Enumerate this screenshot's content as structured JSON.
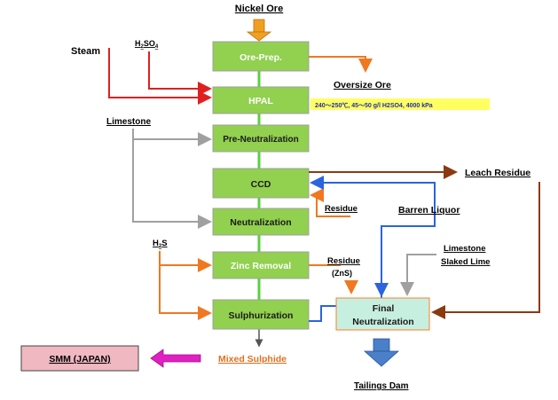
{
  "source": {
    "label": "Nickel Ore"
  },
  "steps": [
    {
      "id": "ore_prep",
      "label": "Ore-Prep."
    },
    {
      "id": "hpal",
      "label": "HPAL"
    },
    {
      "id": "pre_neutralization",
      "label": "Pre-Neutralization"
    },
    {
      "id": "ccd",
      "label": "CCD"
    },
    {
      "id": "neutralization",
      "label": "Neutralization"
    },
    {
      "id": "zinc_removal",
      "label": "Zinc Removal"
    },
    {
      "id": "sulphurization",
      "label": "Sulphurization"
    }
  ],
  "inputs": {
    "steam": "Steam",
    "h2so4_main": "H",
    "h2so4_sub": "2",
    "h2so4_tail": "SO",
    "h2so4_sub2": "4",
    "limestone": "Limestone",
    "h2s_main": "H",
    "h2s_sub": "2",
    "h2s_tail": "S",
    "limestone_slaked_1": "Limestone",
    "limestone_slaked_2": "Slaked Lime"
  },
  "outputs": {
    "oversize_ore": "Oversize Ore",
    "hpal_conditions": "240～250℃, 45～50 g/l H2SO4, 4000 kPa",
    "leach_residue": "Leach Residue",
    "residue_1": "Residue",
    "barren_liquor": "Barren Liquor",
    "residue_2": "Residue",
    "residue_2_sub": "(ZnS)",
    "final_neutralization_1": "Final",
    "final_neutralization_2": "Neutralization",
    "mixed_sulphide": "Mixed Sulphide",
    "tailings_dam": "Tailings Dam",
    "smm": "SMM (JAPAN)"
  },
  "colors": {
    "step_fill": "#92d050",
    "step_stroke": "#a0a0a0",
    "final_fill": "#c6efe0",
    "final_stroke": "#ff7f27",
    "smm_fill": "#f0b8c0",
    "steam_red": "#e02020",
    "orange": "#f07820",
    "gray": "#a0a0a0",
    "brown": "#8b3a10",
    "blue": "#2a64e0",
    "magenta": "#e020c0",
    "highlight": "#ffff60",
    "conditions_text": "#2030b0",
    "mixed_sulphide_text": "#e07020"
  },
  "icons": [
    "orange-down-arrow-icon",
    "magenta-left-arrow-icon",
    "blue-down-arrow-icon"
  ]
}
